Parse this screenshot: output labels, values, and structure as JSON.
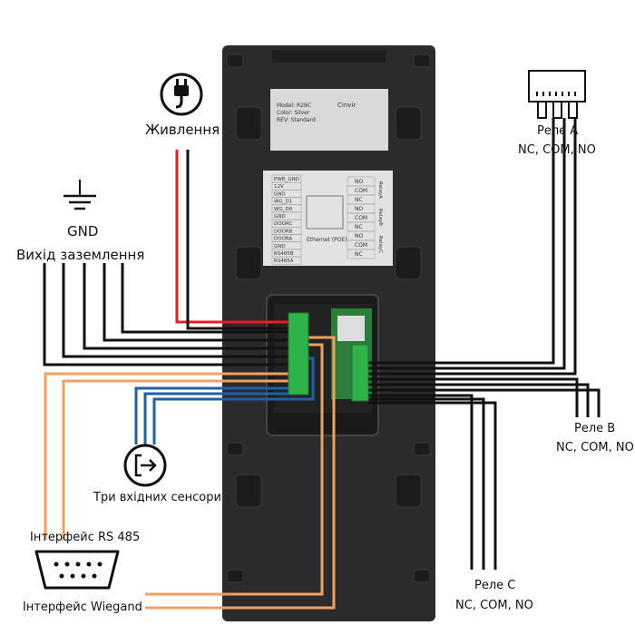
{
  "labels": {
    "power": "Живлення",
    "gnd": "GND",
    "ground_output": "Вихід заземлення",
    "relay_a": "Реле А",
    "relay_a_pins": "NC, COM, NO",
    "relay_b": "Реле В",
    "relay_b_pins": "NC, COM, NO",
    "relay_c": "Реле С",
    "relay_c_pins": "NC, COM, NO",
    "sensors": "Три вхідних сенсори",
    "rs485": "Інтерфейс RS 485",
    "wiegand": "Інтерфейс Wiegand"
  },
  "device_label": {
    "model": "Model: R29C",
    "color": "Color: Silver",
    "rev": "REV: Standard",
    "brand": "Cinvir"
  },
  "terminal_left": [
    "PWR_GND",
    "12V",
    "GND",
    "WG_D1",
    "WG_D0",
    "GND",
    "DOORC",
    "DOORB",
    "DOORA",
    "GND",
    "RS485B",
    "RS485A"
  ],
  "terminal_center": "Ethernet (POE)",
  "terminal_right": [
    "NO",
    "COM",
    "NC",
    "NO",
    "COM",
    "NC",
    "NO",
    "COM",
    "NC"
  ],
  "terminal_relay_tags": [
    "RelayA",
    "RelayB",
    "RelayC"
  ],
  "colors": {
    "power": "#e31e24",
    "black": "#111111",
    "wiegand": "#f0a060",
    "sensor": "#1f5fa8",
    "green": "#2fb24a",
    "device": "#2b2b2d"
  }
}
